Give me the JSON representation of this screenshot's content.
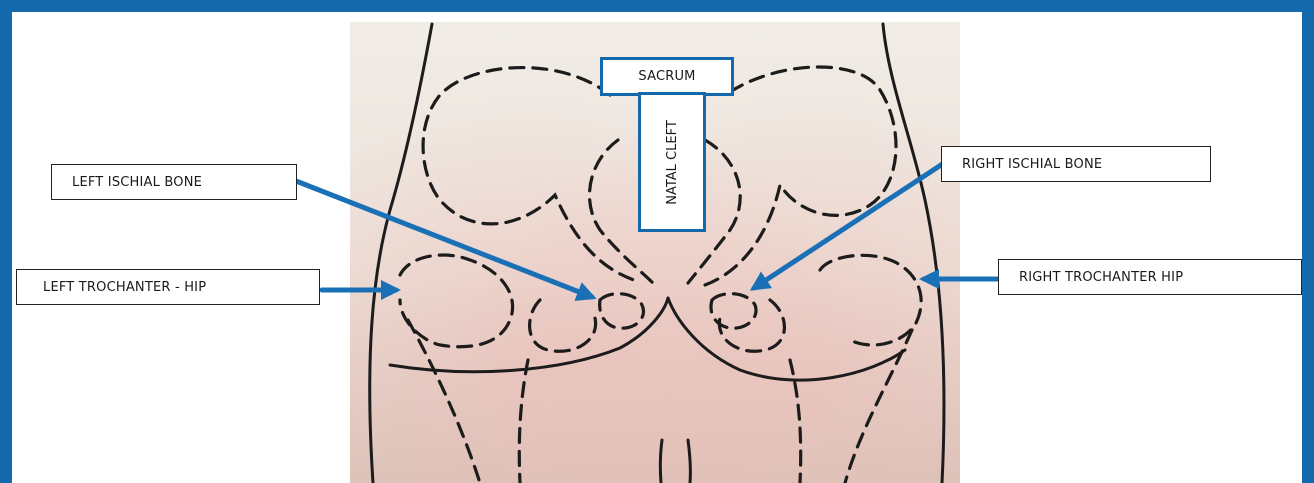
{
  "colors": {
    "frame": "#1469ad",
    "arrow": "#1a70b6",
    "outline": "#1c1c1c"
  },
  "labels": {
    "sacrum": "SACRUM",
    "natal_cleft": "NATAL CLEFT",
    "left_ischial": "LEFT ISCHIAL BONE",
    "right_ischial": "RIGHT ISCHIAL BONE",
    "left_trochanter": "LEFT TROCHANTER - HIP",
    "right_trochanter": "RIGHT TROCHANTER   HIP"
  }
}
